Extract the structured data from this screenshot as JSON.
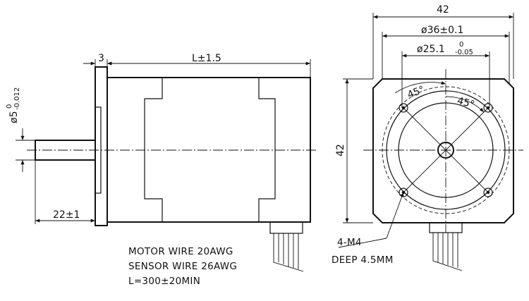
{
  "side_view": {
    "flange_thickness": "3",
    "body_length": "L±1.5",
    "shaft_length": "22±1",
    "shaft_diameter": "ø5",
    "shaft_tol_upper": "0",
    "shaft_tol_lower": "-0.012"
  },
  "front_view": {
    "width": "42",
    "height": "42",
    "bolt_circle": "ø36±0.1",
    "pilot_diameter": "ø25.1",
    "pilot_tol_upper": "0",
    "pilot_tol_lower": "-0.05",
    "angle_1": "45°",
    "angle_2": "45°",
    "hole_spec": "4-M4",
    "hole_depth": "DEEP  4.5MM"
  },
  "notes": [
    "MOTOR WIRE 20AWG",
    "SENSOR WIRE 26AWG",
    "L=300±20MIN"
  ]
}
